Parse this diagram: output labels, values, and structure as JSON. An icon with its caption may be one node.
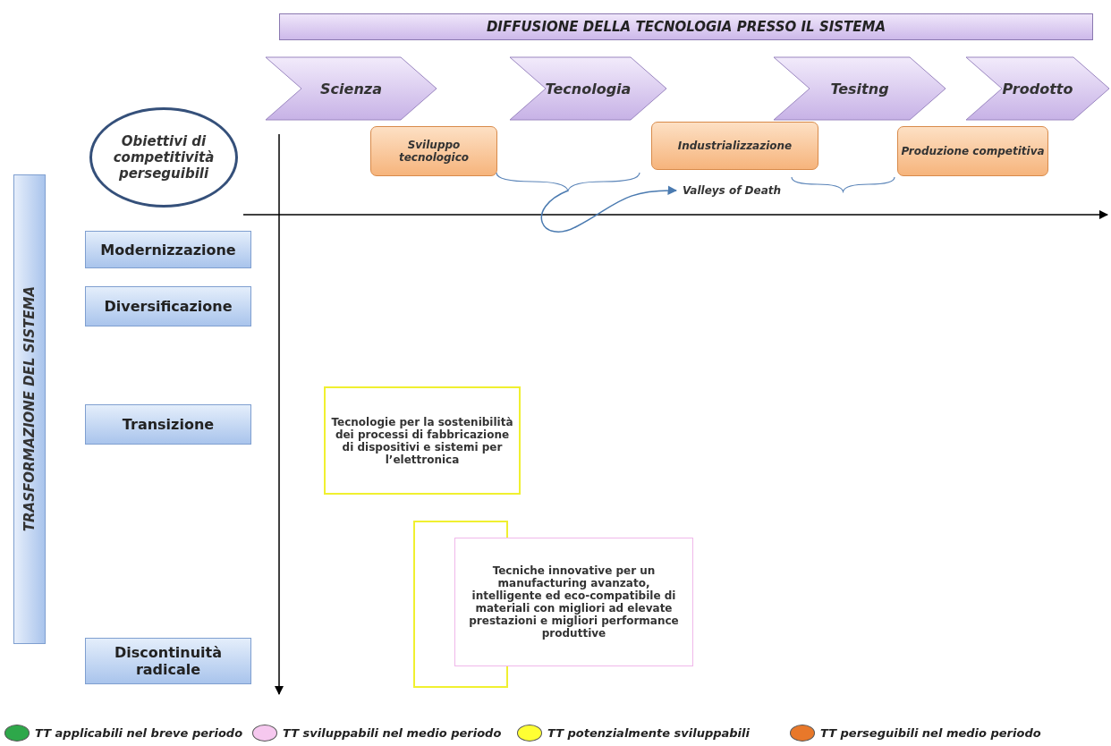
{
  "diagram": {
    "nodes": [
      {
        "text": [
          "DIFFUSIONE DELLA TECNOLOGIA PRESSO IL SISTEMA"
        ]
      },
      {
        "text": [
          "Scienza"
        ]
      },
      {
        "text": [
          "Tecnologia"
        ]
      },
      {
        "text": [
          "Tesitng"
        ]
      },
      {
        "text": [
          "Prodotto"
        ]
      },
      {
        "text": [
          "Obiettivi di competitività perseguibili"
        ]
      },
      {
        "text": [
          "Sviluppo tecnologico"
        ]
      },
      {
        "text": [
          "Industrializzazione"
        ]
      },
      {
        "text": [
          "Produzione competitiva"
        ]
      },
      {
        "text": [
          "Valleys of Death"
        ]
      },
      {
        "text": [
          "TRASFORMAZIONE DEL SISTEMA"
        ]
      },
      {
        "text": [
          "Modernizzazione"
        ]
      },
      {
        "text": [
          "Diversificazione"
        ]
      },
      {
        "text": [
          "Transizione"
        ]
      },
      {
        "text": [
          "Discontinuità radicale"
        ]
      },
      {
        "text": [
          "Tecnologie per la sostenibilità dei processi di fabbricazione di dispositivi e sistemi per l’elettronica"
        ]
      },
      {
        "text": [],
        "shape": "box"
      },
      {
        "text": [
          "Tecniche innovative per un manufacturing avanzato, intelligente ed eco-compatibile di materiali con migliori ad elevate prestazioni e migliori performance produttive"
        ]
      },
      {
        "text": [],
        "shape": "brace"
      },
      {
        "text": [],
        "shape": "brace"
      }
    ],
    "edges": [
      {
        "from": 18,
        "to": 9,
        "arrow": "to"
      }
    ],
    "legend": [
      {
        "text": "TT applicabili nel breve periodo",
        "color": "#2ea84a"
      },
      {
        "text": "TT sviluppabili nel medio periodo",
        "color": "#f6c8ef"
      },
      {
        "text": "TT potenzialmente sviluppabili",
        "color": "#ffff33"
      },
      {
        "text": "TT perseguibili nel medio periodo",
        "color": "#e8782a"
      }
    ]
  }
}
